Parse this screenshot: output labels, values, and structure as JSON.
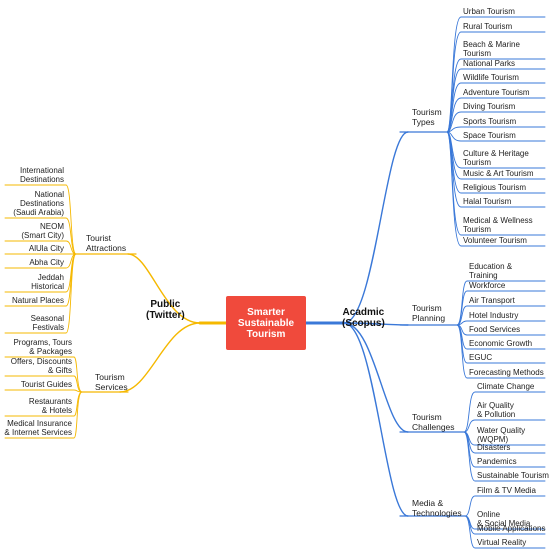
{
  "center": {
    "label": "Smarter\nSustainable\nTourism",
    "color": "#f04a3c"
  },
  "left": {
    "hub": "Public\n(Twitter)",
    "color": "#f5b800",
    "branches": [
      {
        "label": "Tourist\nAttractions",
        "leaves": [
          "International\nDestinations",
          "National\nDestinations\n(Saudi Arabia)",
          "NEOM\n(Smart City)",
          "AlUla City",
          "Abha City",
          "Jeddah\nHistorical",
          "Natural Places",
          "Seasonal\nFestivals"
        ]
      },
      {
        "label": "Tourism\nServices",
        "leaves": [
          "Programs, Tours\n& Packages",
          "Offers, Discounts\n& Gifts",
          "Tourist Guides",
          "Restaurants\n& Hotels",
          "Medical Insurance\n& Internet Services"
        ]
      }
    ]
  },
  "right": {
    "hub": "Acadmic\n(Scopus)",
    "color": "#3a78d8",
    "branches": [
      {
        "label": "Tourism\nTypes",
        "leaves": [
          "Urban Tourism",
          "Rural Tourism",
          "Beach & Marine\nTourism",
          "National Parks",
          "Wildlife Tourism",
          "Adventure Tourism",
          "Diving Tourism",
          "Sports Tourism",
          "Space Tourism",
          "Culture & Heritage\nTourism",
          "Music & Art Tourism",
          "Religious Tourism",
          "Halal Tourism",
          "Medical & Wellness\nTourism",
          "Volunteer Tourism"
        ]
      },
      {
        "label": "Tourism\nPlanning",
        "leaves": [
          "Education &\nTraining",
          "Workforce",
          "Air Transport",
          "Hotel Industry",
          "Food Services",
          "Economic Growth",
          "EGUC",
          "Forecasting Methods"
        ]
      },
      {
        "label": "Tourism\nChallenges",
        "leaves": [
          "Climate Change",
          "Air Quality\n& Pollution",
          "Water Quality\n(WQPM)",
          "Disasters",
          "Pandemics",
          "Sustainable Tourism"
        ]
      },
      {
        "label": "Media &\nTechnologies",
        "leaves": [
          "Film & TV Media",
          "Online\n& Social Media",
          "Mobile Applications",
          "Virtual Reality"
        ]
      }
    ]
  }
}
